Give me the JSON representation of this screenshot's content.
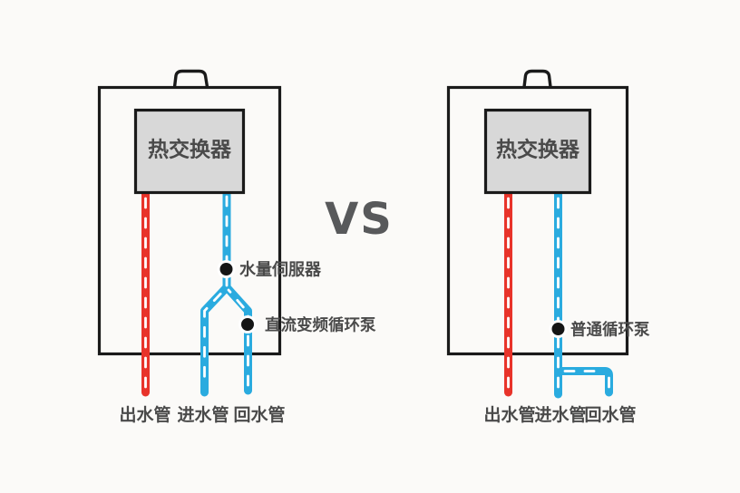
{
  "vs_label": "VS",
  "colors": {
    "outline": "#1a1a1a",
    "hot_pipe": "#e8332a",
    "cold_pipe": "#2aabdf",
    "exchanger_fill": "#d8d8d8",
    "label_text": "#4a4a4a",
    "vs_text": "#58595b",
    "dot": "#151515",
    "background": "#fbfaf8"
  },
  "left_heater": {
    "exchanger_label": "热交换器",
    "servo_label": "水量伺服器",
    "pump_label": "直流变频循环泵",
    "pipe_labels": [
      "出水管",
      "进水管",
      "回水管"
    ]
  },
  "right_heater": {
    "exchanger_label": "热交换器",
    "pump_label": "普通循环泵",
    "pipe_labels": [
      "出水管",
      "进水管",
      "回水管"
    ]
  }
}
